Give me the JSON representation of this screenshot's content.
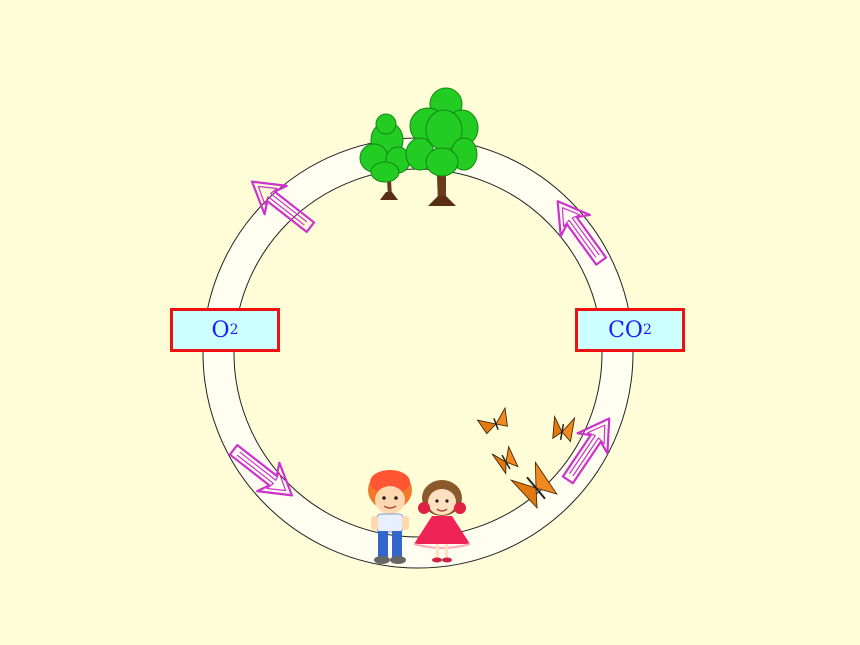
{
  "labels": {
    "left": {
      "text": "O",
      "sub": "2"
    },
    "right": {
      "text": "CO",
      "sub": "2"
    }
  },
  "icons": {
    "trees": "tree-icon",
    "children": "children-icon",
    "butterflies": "butterfly-icon",
    "arrows": "cycle-arrow-icon"
  },
  "colors": {
    "background": "#fffcd8",
    "ring": "#fffef0",
    "arrow_stroke": "#cc33cc",
    "box_fill": "#ccffff",
    "box_border": "#ee1111",
    "box_text": "#1a1aff"
  }
}
